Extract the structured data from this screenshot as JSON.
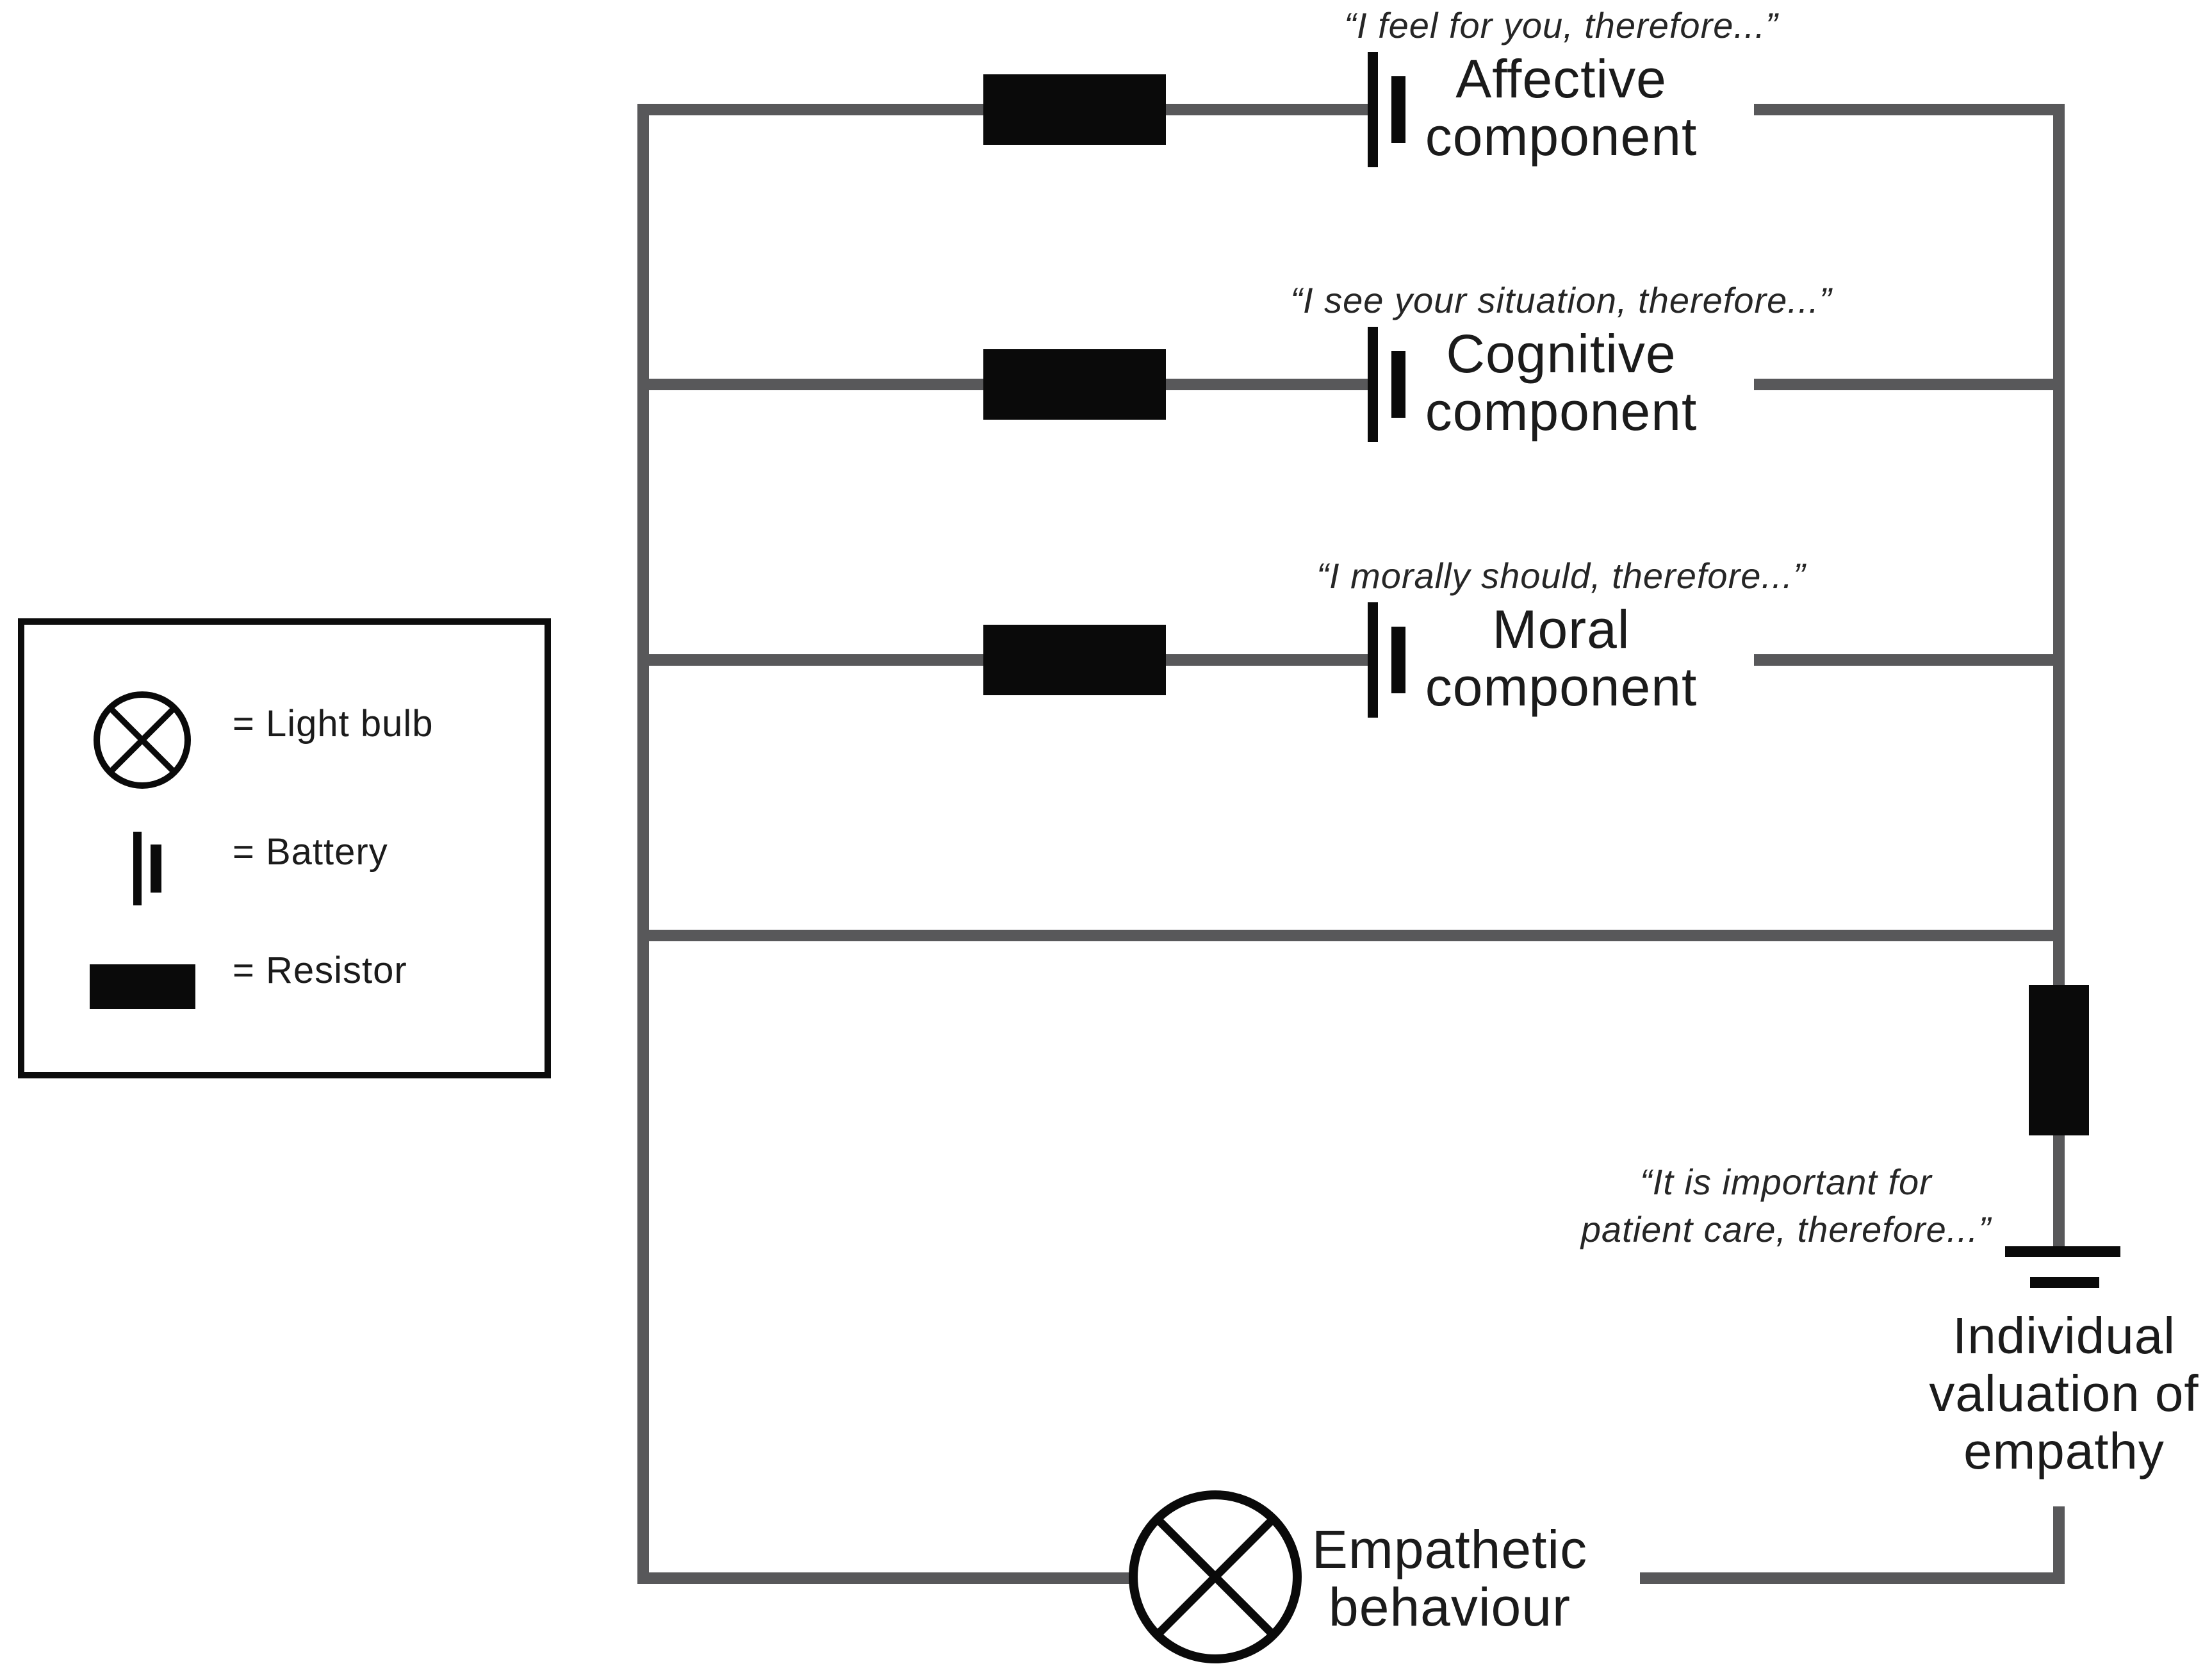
{
  "figure": {
    "type": "circuit-metaphor-diagram",
    "background": "#ffffff"
  },
  "colors": {
    "wire": "#58585a",
    "component": "#0a0a0a",
    "text": "#1b1b1b",
    "quote": "#262626"
  },
  "legend": {
    "items": [
      {
        "symbol": "light-bulb",
        "label": "= Light bulb"
      },
      {
        "symbol": "battery",
        "label": "= Battery"
      },
      {
        "symbol": "resistor",
        "label": "= Resistor"
      }
    ]
  },
  "branches": [
    {
      "id": "affective",
      "quote": "“I feel for you, therefore...”",
      "label_line1": "Affective",
      "label_line2": "component"
    },
    {
      "id": "cognitive",
      "quote": "“I see your situation, therefore...”",
      "label_line1": "Cognitive",
      "label_line2": "component"
    },
    {
      "id": "moral",
      "quote": "“I morally should, therefore...”",
      "label_line1": "Moral",
      "label_line2": "component"
    }
  ],
  "valuation": {
    "quote_line1": "“It is important for",
    "quote_line2": "patient care, therefore...”",
    "label_line1": "Individual",
    "label_line2": "valuation of",
    "label_line3": "empathy"
  },
  "output": {
    "label_line1": "Empathetic",
    "label_line2": "behaviour"
  }
}
